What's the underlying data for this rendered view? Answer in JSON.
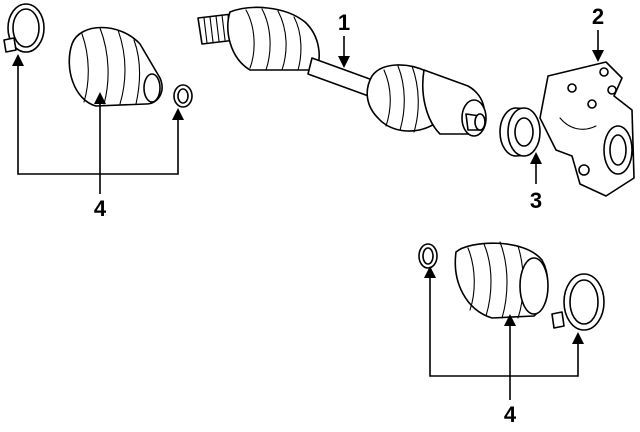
{
  "diagram": {
    "callouts": [
      {
        "id": "c1",
        "label": "1"
      },
      {
        "id": "c2",
        "label": "2"
      },
      {
        "id": "c3",
        "label": "3"
      },
      {
        "id": "c4a",
        "label": "4"
      },
      {
        "id": "c4b",
        "label": "4"
      }
    ],
    "parts": [
      {
        "id": "axle-shaft",
        "callout": "1"
      },
      {
        "id": "bearing-bracket",
        "callout": "2"
      },
      {
        "id": "support-bearing",
        "callout": "3"
      },
      {
        "id": "outer-cv-boot-kit",
        "callout": "4"
      },
      {
        "id": "inner-cv-boot-kit",
        "callout": "4"
      }
    ],
    "colors": {
      "line": "#000000",
      "background": "#ffffff"
    }
  }
}
